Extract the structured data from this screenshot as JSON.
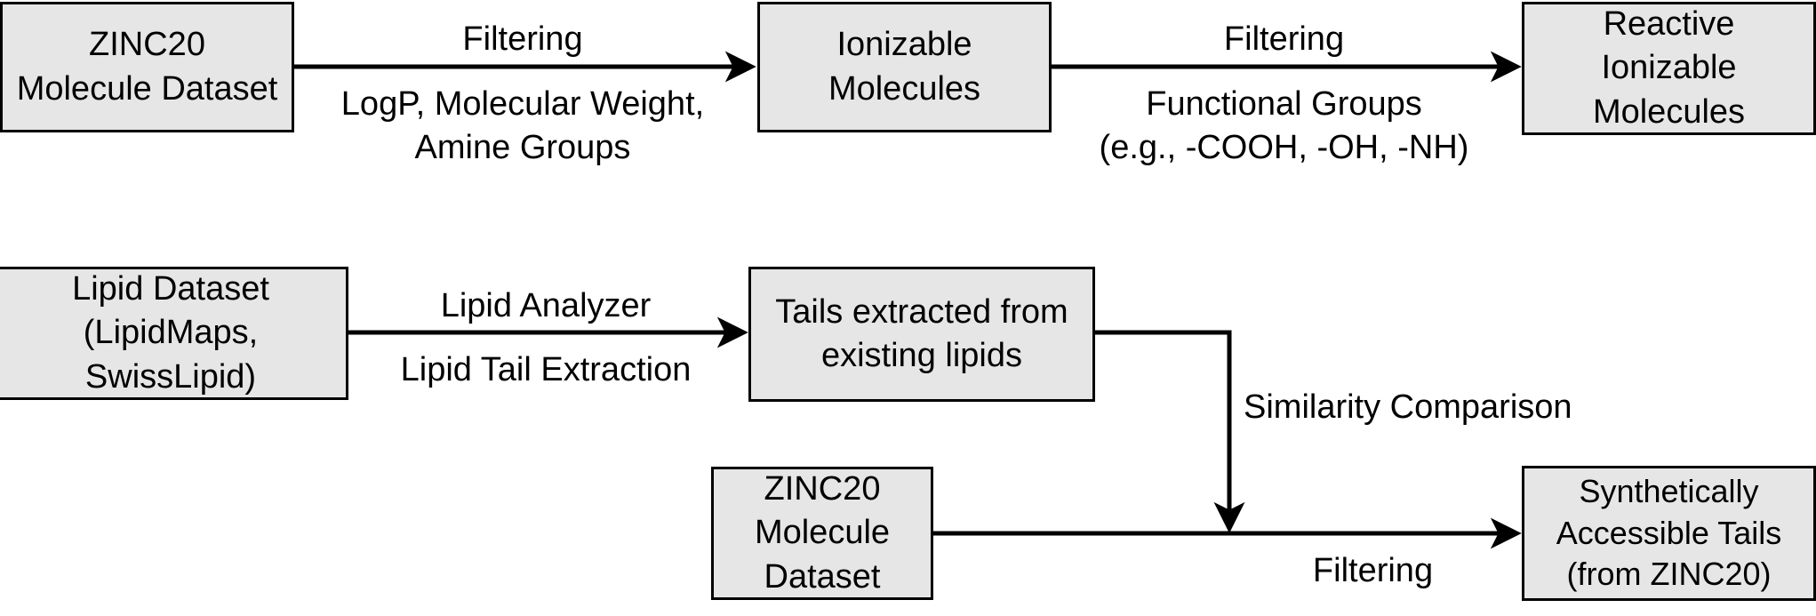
{
  "diagram": {
    "title": "Lipid / molecule dataset filtering pipeline",
    "background_color": "#ffffff",
    "node_fill": "#e6e6e6",
    "node_border": "#000000",
    "nodes": {
      "zinc20_top": "ZINC20\nMolecule Dataset",
      "ionizable": "Ionizable Molecules",
      "reactive_ionizable": "Reactive\nIonizable Molecules",
      "lipid_dataset": "Lipid Dataset\n(LipidMaps, SwissLipid)",
      "tails_extracted": "Tails extracted from\nexisting lipids",
      "zinc20_bottom": "ZINC20\nMolecule Dataset",
      "synth_tails": "Synthetically\nAccessible Tails\n(from ZINC20)"
    },
    "edge_labels": {
      "filtering_1_above": "Filtering",
      "filtering_1_below": "LogP, Molecular Weight,\nAmine Groups",
      "filtering_2_above": "Filtering",
      "filtering_2_below": "Functional Groups\n(e.g., -COOH, -OH, -NH)",
      "lipid_analyzer_above": "Lipid Analyzer",
      "lipid_analyzer_below": "Lipid Tail Extraction",
      "similarity_comparison": "Similarity Comparison",
      "filtering_3_below": "Filtering"
    }
  }
}
